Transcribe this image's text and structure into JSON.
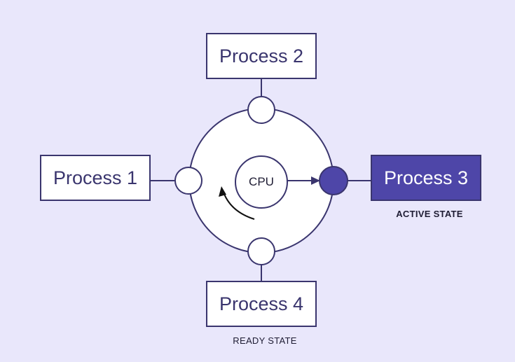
{
  "diagram": {
    "cpu_label": "CPU",
    "processes": [
      {
        "id": "p1",
        "label": "Process 1",
        "state": ""
      },
      {
        "id": "p2",
        "label": "Process 2",
        "state": ""
      },
      {
        "id": "p3",
        "label": "Process 3",
        "state": "ACTIVE STATE"
      },
      {
        "id": "p4",
        "label": "Process 4",
        "state": "READY STATE"
      }
    ],
    "colors": {
      "background": "#e9e7fb",
      "stroke": "#3a356e",
      "active_fill": "#4e46a8",
      "box_fill": "#ffffff"
    }
  }
}
